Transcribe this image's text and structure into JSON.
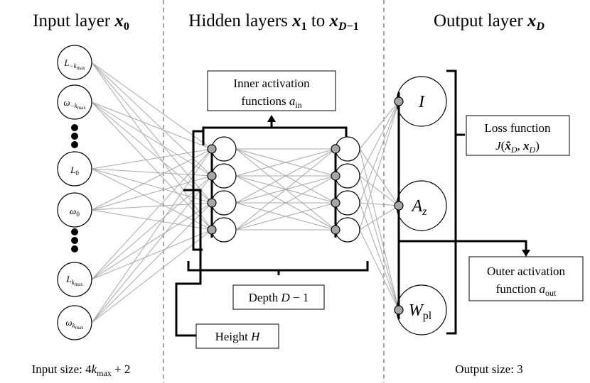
{
  "headers": {
    "input": "Input layer x_0",
    "hidden": "Hidden layers x_1 to x_{D-1}",
    "output": "Output layer x_D"
  },
  "input_nodes": [
    "L_{-k_max}",
    "ω_{-k_max}",
    "L_0",
    "ω_0",
    "L_{k_max}",
    "ω_{k_max}"
  ],
  "output_nodes": [
    "I",
    "A_z",
    "W_pl"
  ],
  "boxes": {
    "inner_activation": [
      "Inner activation",
      "functions a_in"
    ],
    "loss_function": [
      "Loss function",
      "J(x̂_D, x_D)"
    ],
    "outer_activation": [
      "Outer activation",
      "function a_out"
    ],
    "depth": "Depth D − 1",
    "height": "Height H"
  },
  "footer": {
    "input_size": "Input size: 4k_max + 2",
    "output_size": "Output size: 3"
  }
}
